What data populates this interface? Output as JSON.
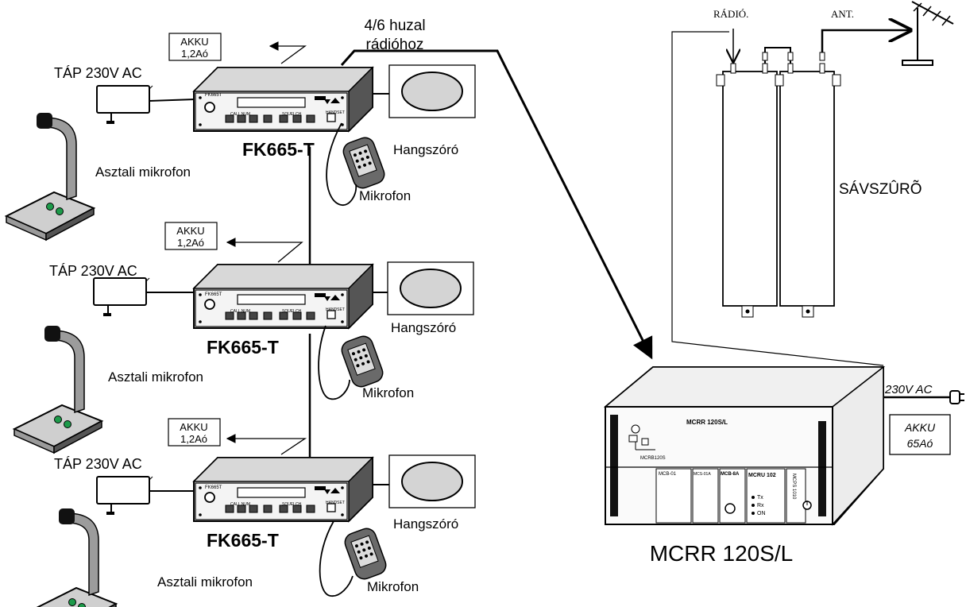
{
  "wire_label_line1": "4/6 huzal",
  "wire_label_line2": "rádióhoz",
  "stations": [
    {
      "akku_l1": "AKKU",
      "akku_l2": "1,2Aó",
      "power": "TÁP 230V AC",
      "model": "FK665-T",
      "speaker": "Hangszóró",
      "desk_mic": "Asztali mikrofon",
      "hand_mic": "Mikrofon"
    },
    {
      "akku_l1": "AKKU",
      "akku_l2": "1,2Aó",
      "power": "TÁP 230V AC",
      "model": "FK665-T",
      "speaker": "Hangszóró",
      "desk_mic": "Asztali mikrofon",
      "hand_mic": "Mikrofon"
    },
    {
      "akku_l1": "AKKU",
      "akku_l2": "1,2Aó",
      "power": "TÁP 230V AC",
      "model": "FK665-T",
      "speaker": "Hangszóró",
      "desk_mic": "Asztali mikrofon",
      "hand_mic": "Mikrofon"
    }
  ],
  "panel": {
    "brand": "FK665T",
    "left_group": "CALL NUM",
    "right_group": "SQUELCH",
    "handset": "HANDSET"
  },
  "filter": {
    "label": "SÁVSZÛRÕ",
    "radio_port": "RÁDIÓ.",
    "antenna_port": "ANT."
  },
  "rack": {
    "model": "MCRR 120S/L",
    "front_title": "MCRR 120S/L",
    "module_label": "MCRB120S",
    "cards": [
      "MCB-01",
      "MCS-01A",
      "MCB-8A",
      "MCRU 102",
      "MCPS 1010"
    ],
    "leds": [
      "Tx",
      "Rx",
      "ON"
    ],
    "ac_label": "230V AC",
    "akku_l1": "AKKU",
    "akku_l2": "65Aó"
  }
}
